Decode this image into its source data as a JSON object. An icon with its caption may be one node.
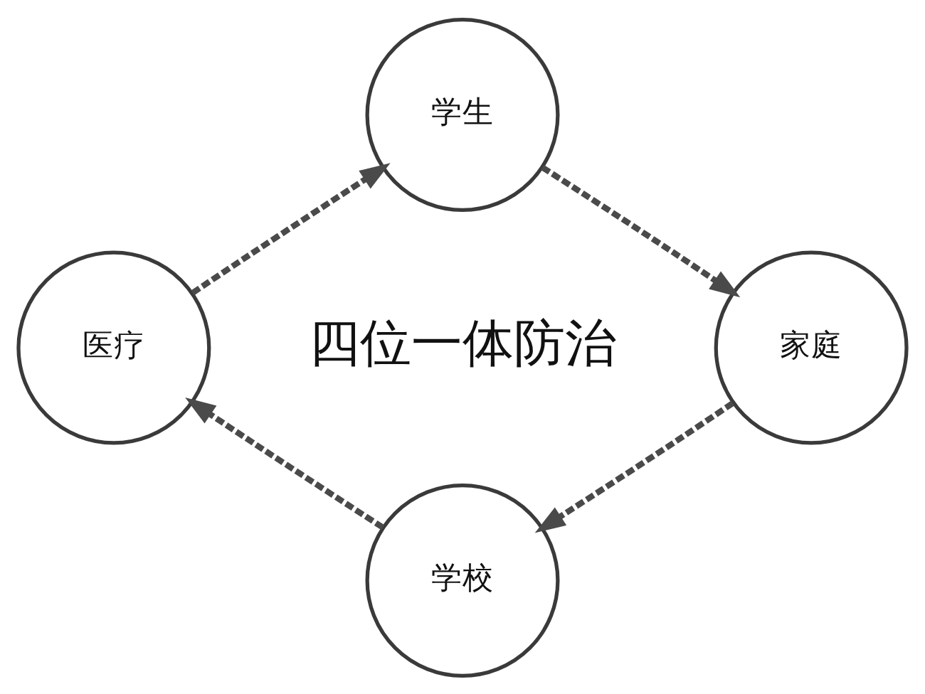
{
  "diagram": {
    "nodes": [
      {
        "text": [
          "学生"
        ]
      },
      {
        "text": [
          "医疗"
        ]
      },
      {
        "text": [
          "家庭"
        ]
      },
      {
        "text": [
          "学校"
        ]
      }
    ],
    "edges": [
      {
        "from": 0,
        "to": 2,
        "arrow": "to",
        "style": "dashed"
      },
      {
        "from": 2,
        "to": 3,
        "arrow": "to",
        "style": "dashed"
      },
      {
        "from": 3,
        "to": 1,
        "arrow": "to",
        "style": "dashed"
      },
      {
        "from": 1,
        "to": 0,
        "arrow": "to",
        "style": "dashed"
      }
    ],
    "labels": [
      "四位一体防治"
    ]
  }
}
